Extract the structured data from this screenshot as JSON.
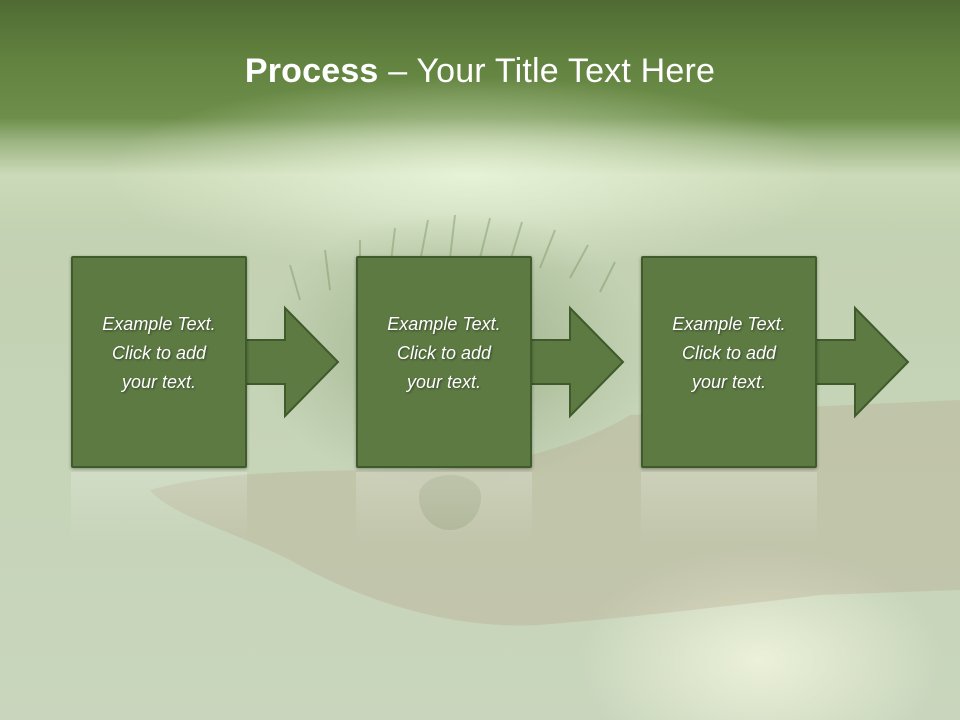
{
  "title": {
    "bold": "Process",
    "rest": " – Your Title Text Here"
  },
  "steps": [
    {
      "lines": [
        "Example Text.",
        "Click  to add",
        "your text."
      ]
    },
    {
      "lines": [
        "Example Text.",
        "Click  to add",
        "your text."
      ]
    },
    {
      "lines": [
        "Example Text.",
        "Click  to add",
        "your text."
      ]
    }
  ],
  "colors": {
    "header": "#5a7a3a",
    "box_fill": "#5d7a43",
    "box_border": "#3f5a2b",
    "text": "#ffffff"
  }
}
